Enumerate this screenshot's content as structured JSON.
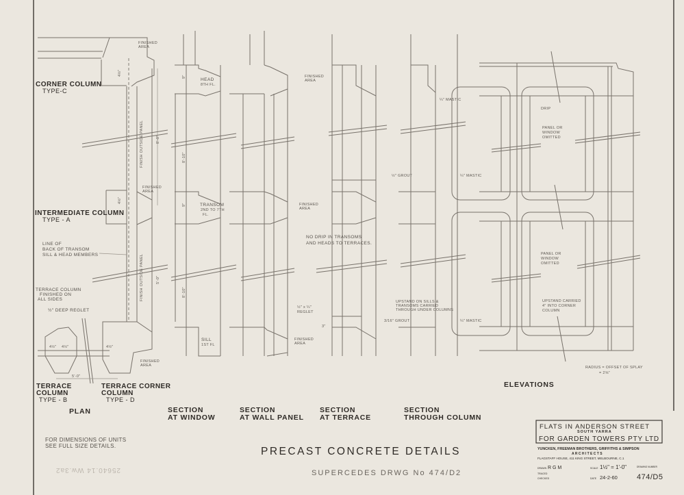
{
  "drawing": {
    "title": "PRECAST CONCRETE DETAILS",
    "supersedes": "SUPERCEDES DRWG No 474/D2",
    "note_line1": "FOR DIMENSIONS OF UNITS",
    "note_line2": "SEE FULL SIZE DETAILS.",
    "faint_mark": "25640.14 Ww.3a2"
  },
  "views": {
    "plan": "PLAN",
    "section_window": [
      "SECTION",
      "AT WINDOW"
    ],
    "section_wall_panel": [
      "SECTION",
      "AT WALL PANEL"
    ],
    "section_terrace": [
      "SECTION",
      "AT TERRACE"
    ],
    "section_column": [
      "SECTION",
      "THROUGH COLUMN"
    ],
    "elevations": "ELEVATIONS"
  },
  "columns": {
    "corner": [
      "CORNER COLUMN",
      "TYPE-C"
    ],
    "intermediate": [
      "INTERMEDIATE COLUMN",
      "TYPE - A"
    ],
    "terrace": [
      "TERRACE",
      "COLUMN",
      "TYPE - B"
    ],
    "terrace_corner": [
      "TERRACE CORNER",
      "COLUMN",
      "TYPE - D"
    ]
  },
  "annotations": {
    "finished_area": [
      "FINISHED",
      "AREA"
    ],
    "finish_outside_panel": "FINISH OUTSIDE PANEL",
    "line_of_back": [
      "LINE OF",
      "BACK OF TRANSOM",
      "SILL & HEAD MEMBERS"
    ],
    "terrace_col_finished": [
      "TERRACE COLUMN",
      "FINISHED ON",
      "ALL SIDES"
    ],
    "deep_reglet": "½\" DEEP REGLET",
    "head": [
      "HEAD",
      "8TH FL."
    ],
    "transom": [
      "TRANSOM",
      "2ND TO 7TH",
      "FL."
    ],
    "sill": [
      "SILL",
      "1ST FL"
    ],
    "no_drip": [
      "NO DRIP IN TRANSOMS",
      "AND HEADS TO TERRACES."
    ],
    "grout_half": "½\" GROUT",
    "mastic_quarter": "¼\" MASTIC",
    "reglet": [
      "½\" x ¼\"",
      "REGLET"
    ],
    "upstand_sills": [
      "UPSTAND ON SILLS &",
      "TRANSOMS CARRIED",
      "THROUGH UNDER COLUMNS"
    ],
    "grout_3_16": "3/16\" GROUT",
    "drip": "DRIP",
    "panel_omitted": [
      "PANEL OR",
      "WINDOW",
      "OMITTED"
    ],
    "upstand_corner": [
      "UPSTAND CARRIED",
      "4\" INTO CORNER",
      "COLUMN"
    ],
    "radius": [
      "RADIUS = OFFSET OF SPLAY",
      "= 2⅝\""
    ]
  },
  "dimensions": {
    "d_4half": "4½\"",
    "d_8_0": "8'-0\"",
    "d_5_0": "5'-0\"",
    "d_9": "9\"",
    "d_8_10": "8'-10\"",
    "d_3": "3\""
  },
  "title_block": {
    "project_line1": "FLATS IN ANDERSON STREET",
    "project_line2": "SOUTH YARRA",
    "project_line3": "FOR GARDEN TOWERS PTY LTD",
    "architects": "YUNCKEN, FREEMAN BROTHERS, GRIFFITHS & SIMPSON",
    "architects_sub": "A R C H I T E C T S",
    "address": "FLAGSTAFF HOUSE, 411 KING STREET, MELBOURNE, C.1",
    "drawn_label": "DRAWN",
    "drawn_value": "R G M",
    "traced_label": "TRACED",
    "checked_label": "CHECKED",
    "scale_label": "SCALE",
    "scale_value": "1½\" = 1'-0\"",
    "drawing_number_label": "DRAWING NUMBER",
    "date_label": "DATE",
    "date_value": "24-2-60",
    "drawing_number": "474/D5"
  }
}
